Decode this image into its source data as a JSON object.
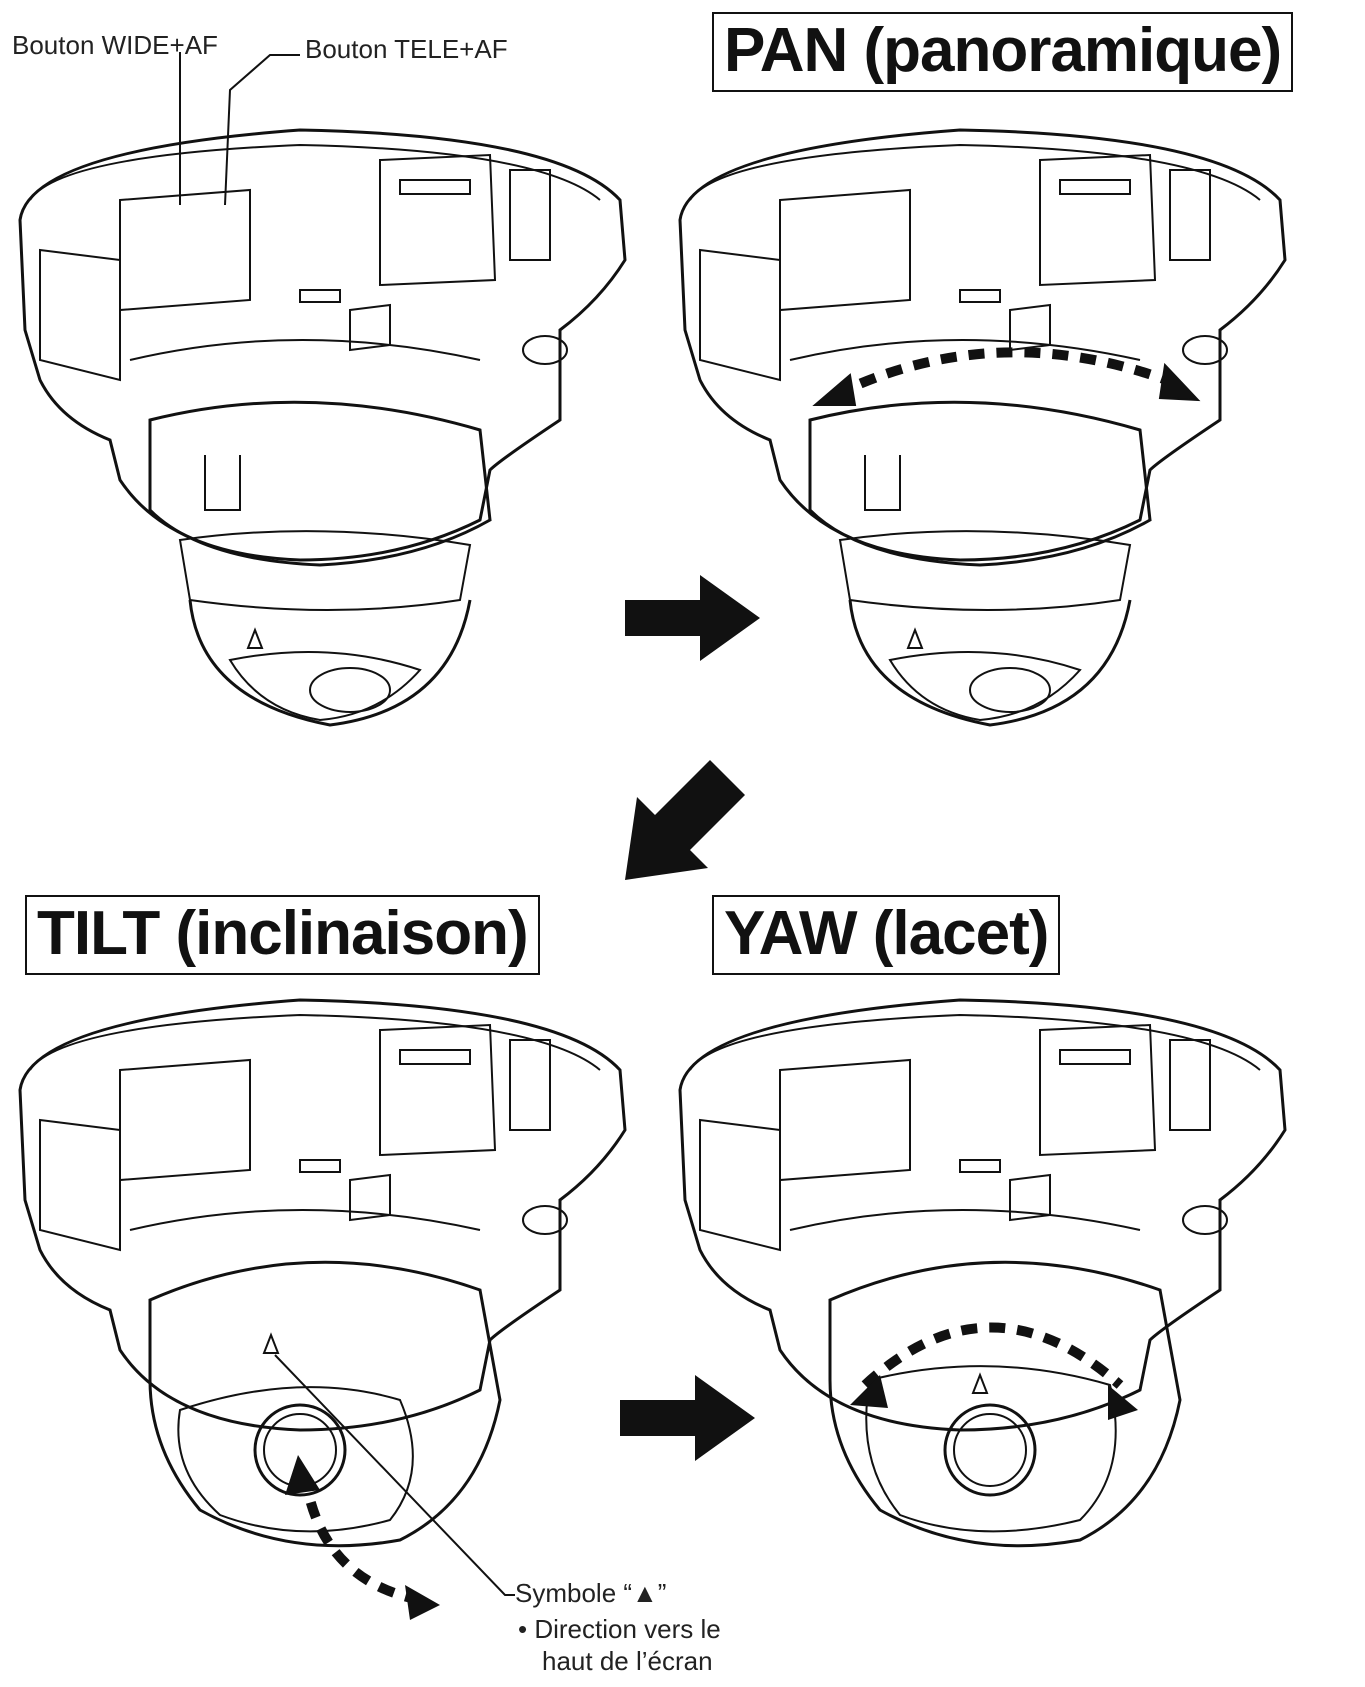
{
  "titles": {
    "pan": "PAN (panoramique)",
    "tilt": "TILT (inclinaison)",
    "yaw": "YAW (lacet)"
  },
  "callouts": {
    "wide_af": "Bouton WIDE+AF",
    "tele_af": "Bouton TELE+AF",
    "symbol": "Symbole “▲”",
    "direction_line1": "• Direction vers le",
    "direction_line2": "haut de l’écran"
  },
  "colors": {
    "line": "#111111",
    "background": "#ffffff"
  }
}
